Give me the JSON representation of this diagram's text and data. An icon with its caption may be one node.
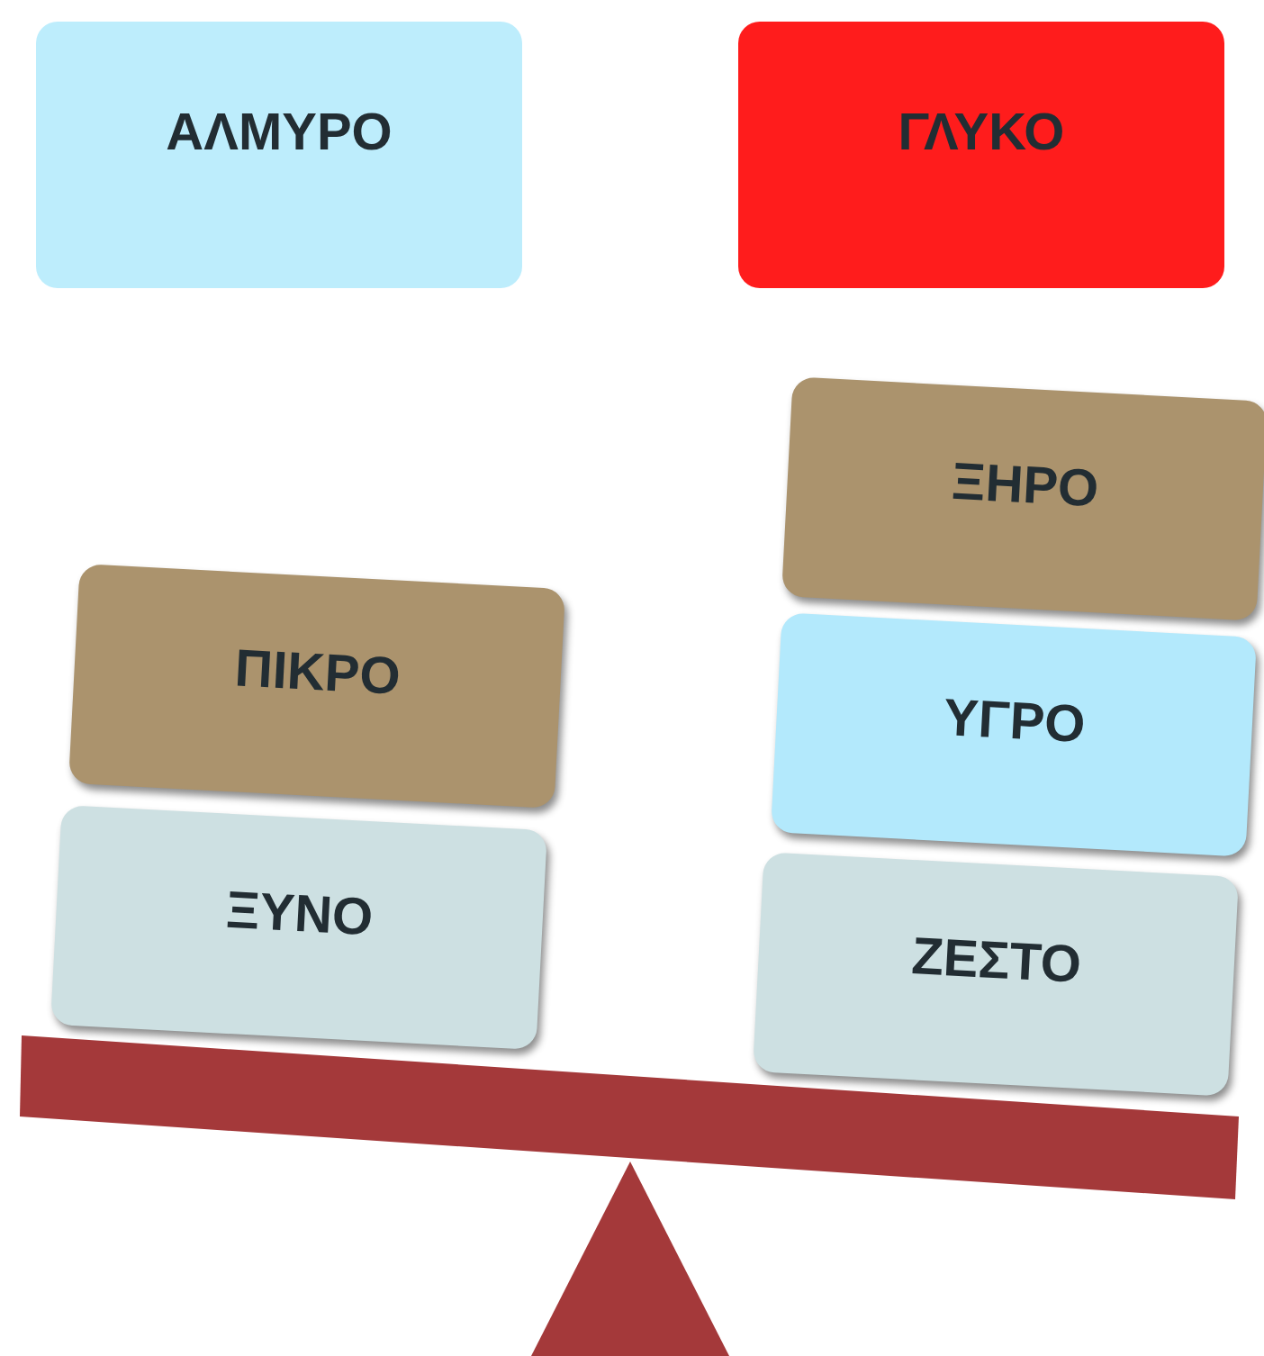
{
  "diagram": {
    "nodes": [
      {
        "text": [
          "ΑΛΜΥΡΟ"
        ]
      },
      {
        "text": [
          "ΓΛΥΚΟ"
        ]
      },
      {
        "text": [
          "ΠΙΚΡΟ"
        ]
      },
      {
        "text": [
          "ΞΥΝΟ"
        ]
      },
      {
        "text": [
          "ΞΗΡΟ"
        ]
      },
      {
        "text": [
          "ΥΓΡΟ"
        ]
      },
      {
        "text": [
          "ΖΕΣΤΟ"
        ]
      }
    ]
  }
}
